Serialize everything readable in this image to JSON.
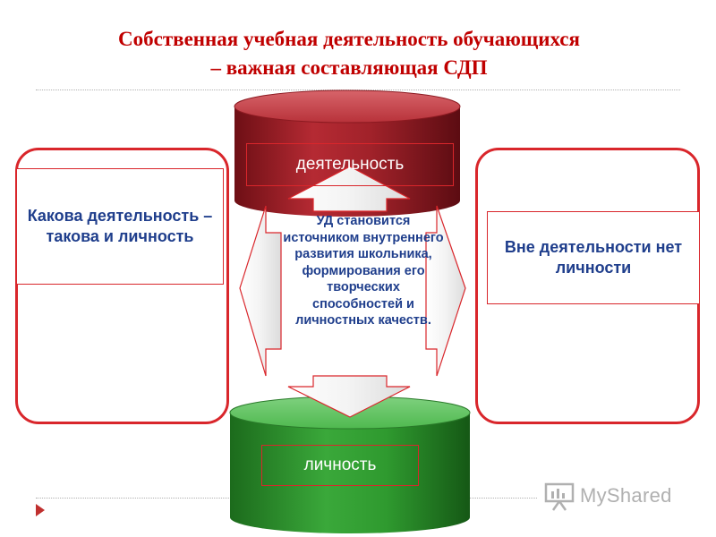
{
  "slide": {
    "title_line1": "Собственная  учебная деятельность  обучающихся",
    "title_line2": "– важная составляющая СДП"
  },
  "diagram": {
    "top_cylinder_label": "деятельность",
    "bottom_cylinder_label": "личность",
    "left_box_text": "Какова деятельность – такова и личность",
    "right_box_text": "Вне деятельности нет личности",
    "center_text": "УД становится источником внутреннего развития школьника, формирования его творческих способностей и личностных качеств.",
    "colors": {
      "title": "#c00000",
      "accent_border": "#d9262b",
      "text_blue": "#1f3e8c",
      "top_cylinder": "#9c1c24",
      "bottom_cylinder": "#2f9a2f"
    }
  },
  "watermark": {
    "logo_text": "MyShared",
    "icon": "presentation-board-icon"
  },
  "navigation": {
    "icon": "triangle-right-icon"
  }
}
